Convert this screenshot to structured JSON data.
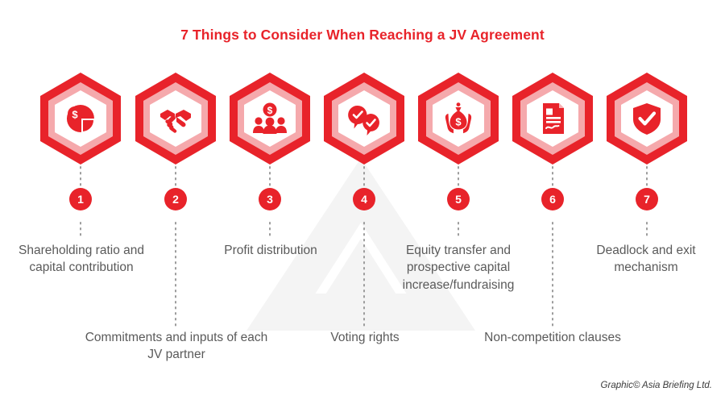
{
  "theme": {
    "accent": "#e8232a",
    "accent_mid": "#ef5a60",
    "accent_light": "#f5a9ac",
    "text": "#5a5a5a",
    "background": "#ffffff",
    "watermark": "#f3f3f3"
  },
  "header": {
    "title": "7 Things to Consider When Reaching a JV Agreement"
  },
  "items": [
    {
      "number": "1",
      "label": "Shareholding ratio and capital contribution",
      "icon": "pie-chart-dollar-icon",
      "row": "top"
    },
    {
      "number": "2",
      "label": "Commitments and inputs of each JV partner",
      "icon": "handshake-icon",
      "row": "bottom"
    },
    {
      "number": "3",
      "label": "Profit distribution",
      "icon": "people-group-dollar-icon",
      "row": "top"
    },
    {
      "number": "4",
      "label": "Voting rights",
      "icon": "speech-bubbles-check-icon",
      "row": "bottom"
    },
    {
      "number": "5",
      "label": "Equity transfer and prospective capital increase/fundraising",
      "icon": "hands-money-bag-icon",
      "row": "top"
    },
    {
      "number": "6",
      "label": "Non-competition clauses",
      "icon": "signed-document-icon",
      "row": "bottom"
    },
    {
      "number": "7",
      "label": "Deadlock and exit mechanism",
      "icon": "shield-check-icon",
      "row": "top"
    }
  ],
  "footer": {
    "credit": "Graphic© Asia Briefing Ltd."
  }
}
